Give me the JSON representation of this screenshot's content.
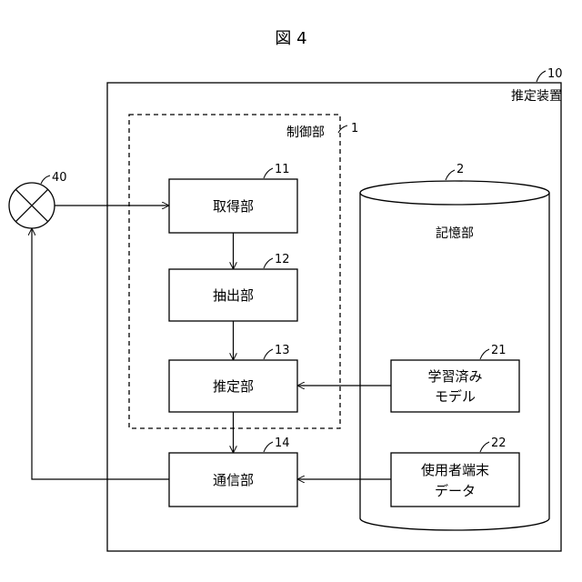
{
  "figure_title": "図 4",
  "device": {
    "ref": "10",
    "label": "推定装置"
  },
  "control_unit": {
    "ref": "1",
    "label": "制御部"
  },
  "storage": {
    "ref": "2",
    "label": "記憶部"
  },
  "acquisition": {
    "ref": "11",
    "label": "取得部"
  },
  "extraction": {
    "ref": "12",
    "label": "抽出部"
  },
  "estimation": {
    "ref": "13",
    "label": "推定部"
  },
  "communication": {
    "ref": "14",
    "label": "通信部"
  },
  "trained_model": {
    "ref": "21",
    "line1": "学習済み",
    "line2": "モデル"
  },
  "user_terminal_data": {
    "ref": "22",
    "line1": "使用者端末",
    "line2": "データ"
  },
  "sensor": {
    "ref": "40"
  }
}
